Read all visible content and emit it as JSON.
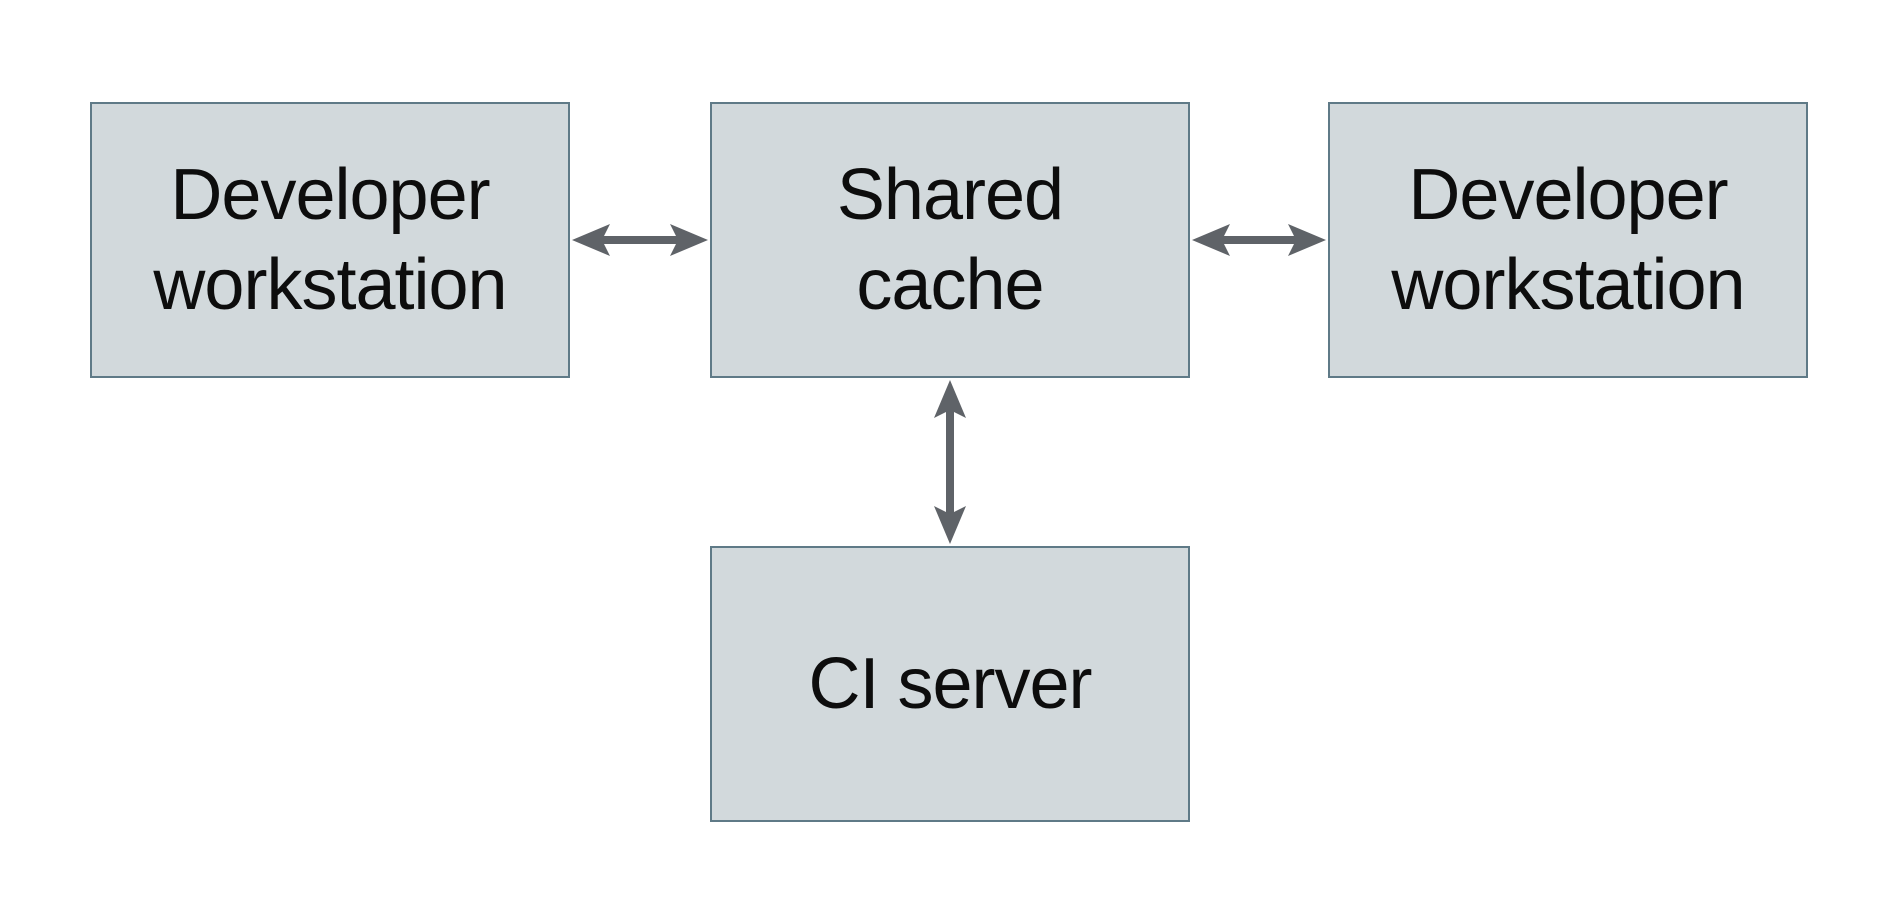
{
  "diagram": {
    "colors": {
      "background": "#ffffff",
      "node-fill": "#d2d9dc",
      "node-border": "#5f7a87",
      "arrow": "#5f6368",
      "text": "#0d0d0d"
    },
    "nodes": [
      {
        "id": "developer-workstation-left",
        "lines": [
          "Developer",
          "workstation"
        ]
      },
      {
        "id": "shared-cache",
        "lines": [
          "Shared",
          "cache"
        ]
      },
      {
        "id": "developer-workstation-right",
        "lines": [
          "Developer",
          "workstation"
        ]
      },
      {
        "id": "ci-server",
        "lines": [
          "CI server"
        ]
      }
    ],
    "edges": [
      {
        "from": "developer-workstation-left",
        "to": "shared-cache",
        "direction": "bidirectional"
      },
      {
        "from": "shared-cache",
        "to": "developer-workstation-right",
        "direction": "bidirectional"
      },
      {
        "from": "shared-cache",
        "to": "ci-server",
        "direction": "bidirectional"
      }
    ]
  }
}
